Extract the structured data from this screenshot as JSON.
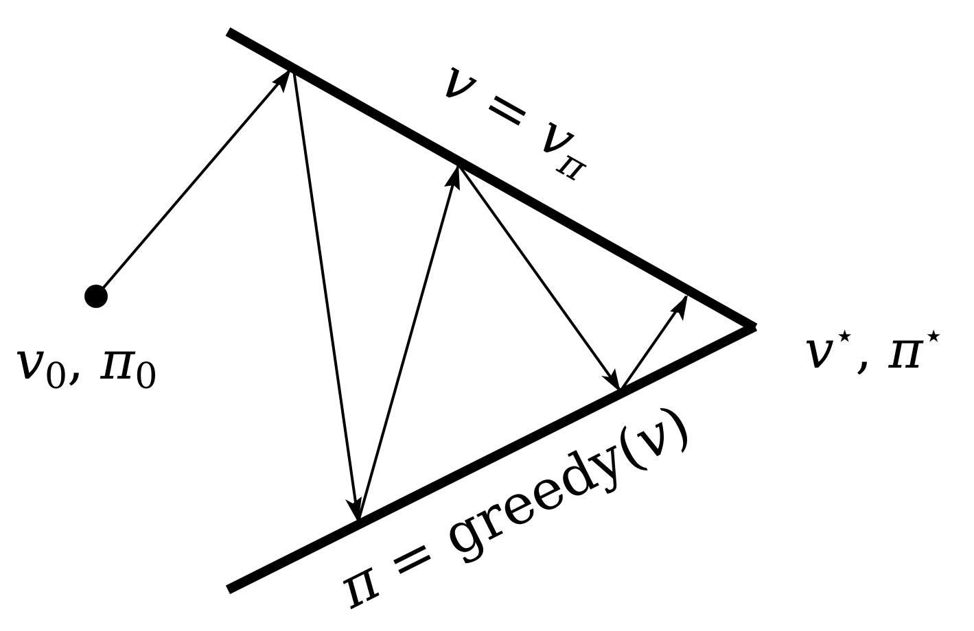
{
  "diagram": {
    "colors": {
      "line": "#000000",
      "background": "#ffffff"
    },
    "labels": {
      "start_v": "v",
      "start_v_sub": "0",
      "start_sep": ", ",
      "start_pi": "π",
      "start_pi_sub": "0",
      "value_line_lhs": "v",
      "value_line_eq": " = ",
      "value_line_rhs": "v",
      "value_line_rhs_sub": "π",
      "policy_line_lhs": "π",
      "policy_line_eq": " = ",
      "policy_line_fn": "greedy",
      "policy_line_open": "(",
      "policy_line_arg": "v",
      "policy_line_close": ")",
      "optimum_v": "v",
      "optimum_v_sup": "⋆",
      "optimum_sep": ", ",
      "optimum_pi": "π",
      "optimum_pi_sup": "⋆"
    }
  }
}
